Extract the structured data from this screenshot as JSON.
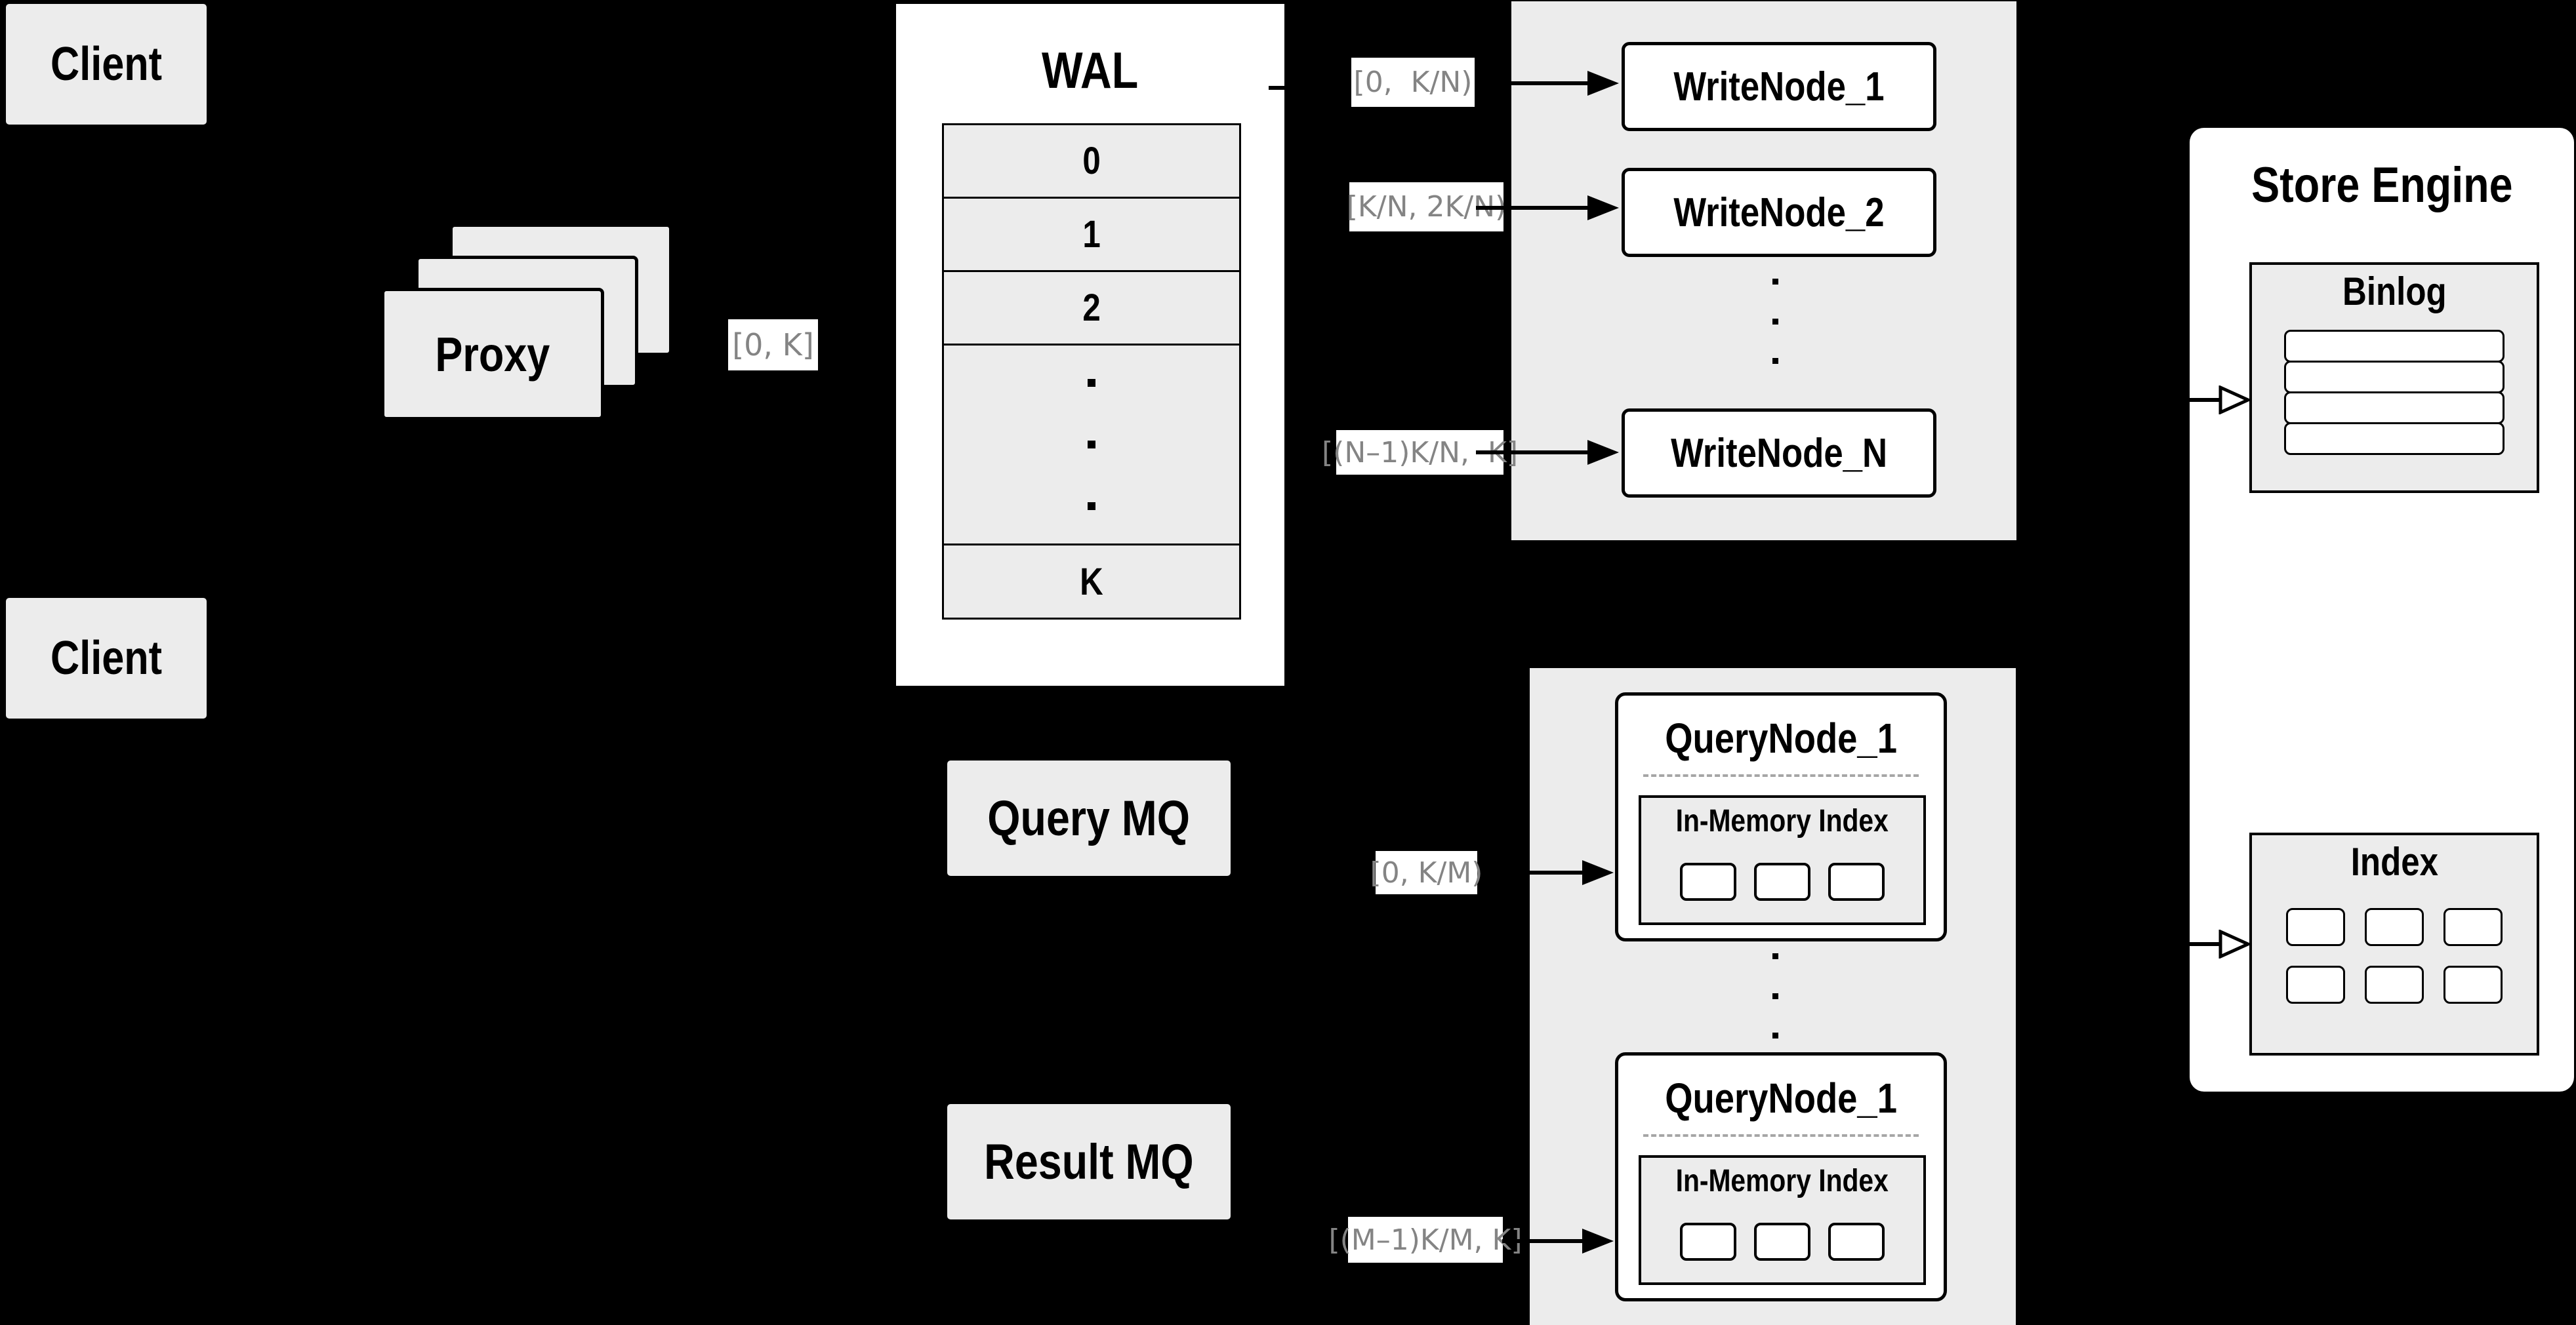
{
  "colors": {
    "background": "#000000",
    "panel_gray": "#ececec",
    "panel_white": "#ffffff",
    "border": "#000000",
    "flow_label_text": "#848484",
    "dashed_divider": "#a6a6a6"
  },
  "clients": {
    "top": "Client",
    "bottom": "Client"
  },
  "proxy": {
    "label": "Proxy"
  },
  "wal": {
    "title": "WAL",
    "rows": [
      "0",
      "1",
      "2"
    ],
    "last_row": "K"
  },
  "write_group": {
    "nodes": [
      "WriteNode_1",
      "WriteNode_2",
      "WriteNode_N"
    ]
  },
  "query_group": {
    "nodes": [
      {
        "title": "QueryNode_1",
        "index_title": "In-Memory Index"
      },
      {
        "title": "QueryNode_1",
        "index_title": "In-Memory Index"
      }
    ]
  },
  "mq": {
    "query": "Query MQ",
    "result": "Result MQ"
  },
  "store_engine": {
    "title": "Store Engine",
    "binlog_title": "Binlog",
    "index_title": "Index"
  },
  "flow_labels": {
    "proxy_out": "[0, K]",
    "write_1": "[0,  K/N)",
    "write_2": "[K/N, 2K/N)",
    "write_n": "[(N–1)K/N,  K]",
    "query_1": "[0, K/M)",
    "query_m": "[(M–1)K/M, K]"
  }
}
